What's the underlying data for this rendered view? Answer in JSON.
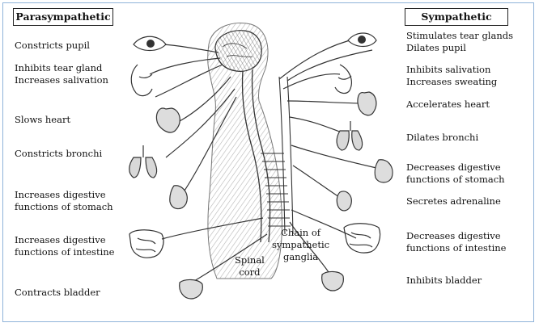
{
  "headers": {
    "left": "Parasympathetic",
    "right": "Sympathetic"
  },
  "parasympathetic": [
    [
      "Constricts pupil"
    ],
    [
      "Inhibits tear gland",
      "Increases salivation"
    ],
    [
      "Slows heart"
    ],
    [
      "Constricts bronchi"
    ],
    [
      "Increases digestive",
      "functions of stomach"
    ],
    [
      "Increases digestive",
      "functions of intestine"
    ],
    [
      "Contracts bladder"
    ]
  ],
  "sympathetic": [
    [
      "Stimulates tear glands",
      "Dilates pupil"
    ],
    [
      "Inhibits salivation",
      "Increases sweating"
    ],
    [
      "Accelerates heart"
    ],
    [
      "Dilates bronchi"
    ],
    [
      "Decreases digestive",
      "functions of stomach"
    ],
    [
      "Secretes adrenaline"
    ],
    [
      "Decreases digestive",
      "functions of intestine"
    ],
    [
      "Inhibits bladder"
    ]
  ],
  "center_labels": {
    "spinal_cord": [
      "Spinal",
      "cord"
    ],
    "chain": [
      "Chain of",
      "sympathetic",
      "ganglia"
    ]
  }
}
